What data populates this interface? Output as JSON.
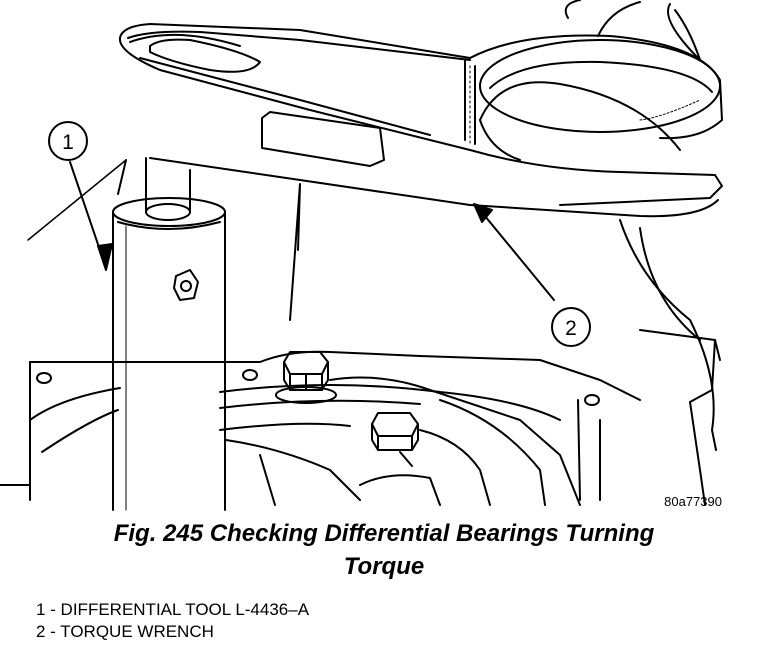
{
  "illustration": {
    "callouts": [
      {
        "number": "1"
      },
      {
        "number": "2"
      }
    ],
    "figure_code": "80a77390"
  },
  "caption": {
    "line1": "Fig. 245 Checking Differential Bearings Turning",
    "line2": "Torque"
  },
  "legend": [
    {
      "text": "1 - DIFFERENTIAL TOOL L-4436–A"
    },
    {
      "text": "2 - TORQUE WRENCH"
    }
  ]
}
